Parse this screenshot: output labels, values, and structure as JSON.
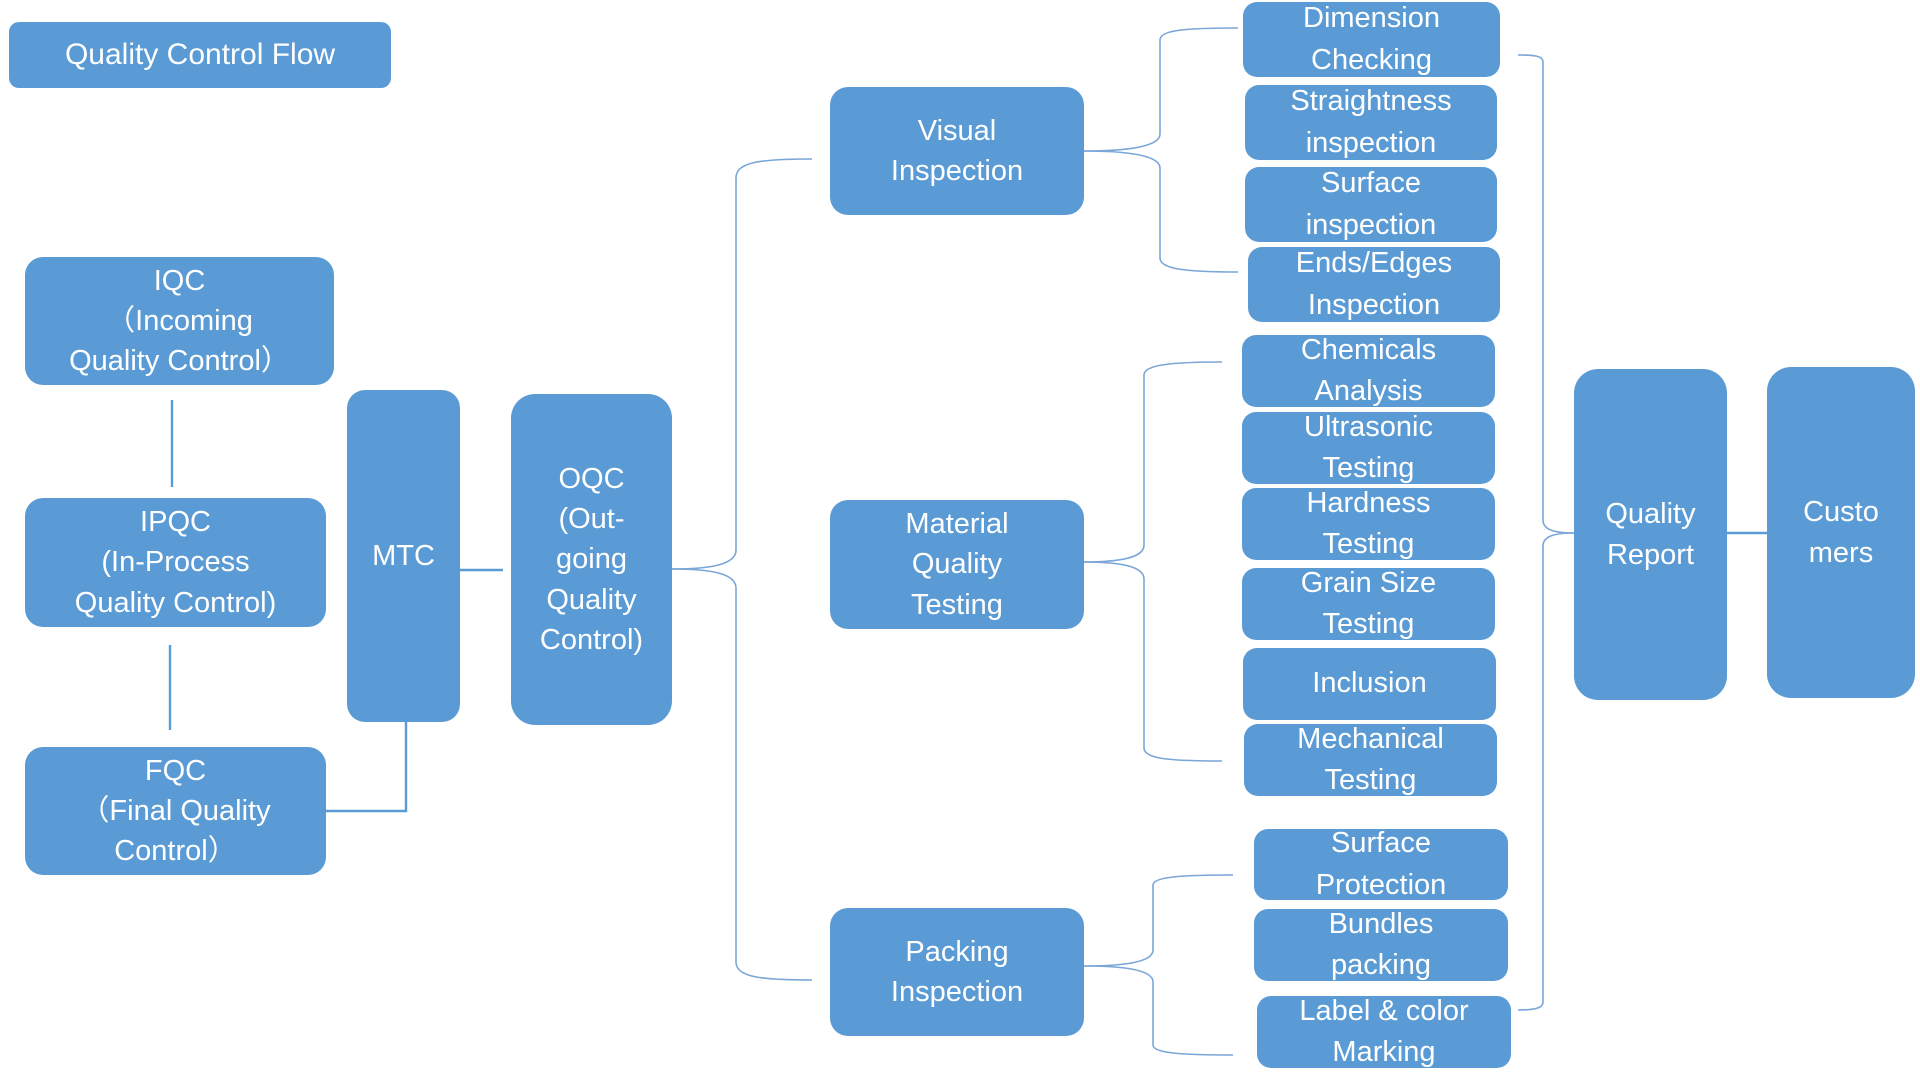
{
  "title": "Quality Control Flow",
  "colors": {
    "box": "#5b9bd5",
    "text": "#ffffff",
    "connector": "#7aa6d8"
  },
  "left_stages": {
    "iqc": "IQC\n（Incoming\nQuality Control）",
    "ipqc": "IPQC\n(In-Process\nQuality Control)",
    "fqc": "FQC\n（Final Quality\nControl）"
  },
  "mtc": "MTC",
  "oqc": "OQC\n(Out-\ngoing\nQuality\nControl)",
  "branches": {
    "visual": {
      "label": "Visual\nInspection",
      "items": [
        "Dimension\nChecking",
        "Straightness\ninspection",
        "Surface\ninspection",
        "Ends/Edges\nInspection"
      ]
    },
    "material": {
      "label": "Material\nQuality\nTesting",
      "items": [
        "Chemicals\nAnalysis",
        "Ultrasonic\nTesting",
        "Hardness\nTesting",
        "Grain Size\nTesting",
        "Inclusion",
        "Mechanical\nTesting"
      ]
    },
    "packing": {
      "label": "Packing\nInspection",
      "items": [
        "Surface\nProtection",
        "Bundles\npacking",
        "Label & color\nMarking"
      ]
    }
  },
  "quality_report": "Quality\nReport",
  "customers": "Custo\nmers"
}
